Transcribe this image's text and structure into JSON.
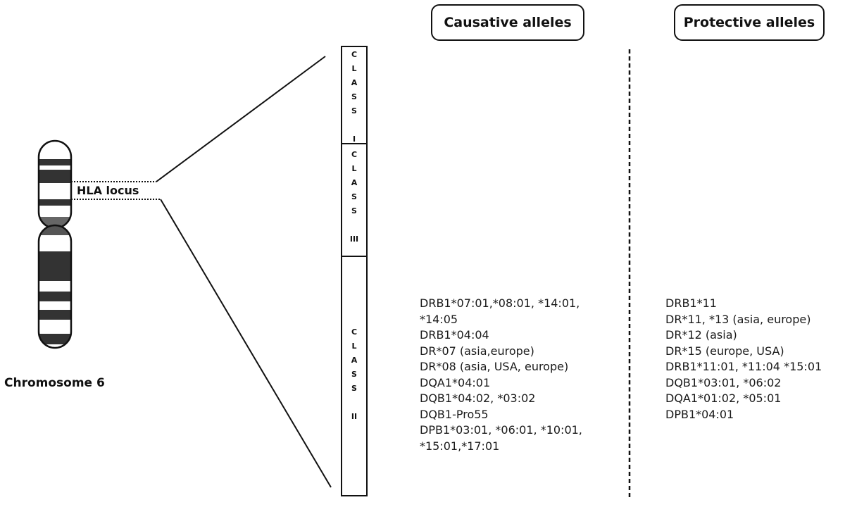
{
  "headings": {
    "causative": "Causative alleles",
    "protective": "Protective alleles"
  },
  "chromosome": {
    "label": "Chromosome 6",
    "locus_label": "HLA locus"
  },
  "hla_classes": [
    {
      "name": "CLASS I",
      "letters": [
        "C",
        "L",
        "A",
        "S",
        "S",
        "",
        "I"
      ]
    },
    {
      "name": "CLASS III",
      "letters": [
        "C",
        "L",
        "A",
        "S",
        "S",
        "",
        "III"
      ]
    },
    {
      "name": "CLASS II",
      "letters": [
        "C",
        "L",
        "A",
        "S",
        "S",
        "",
        "II"
      ]
    }
  ],
  "causative_alleles": [
    "DRB1*07:01,*08:01, *14:01,",
    "*14:05",
    "DRB1*04:04",
    "DR*07 (asia,europe)",
    "DR*08 (asia, USA, europe)",
    "DQA1*04:01",
    "DQB1*04:02, *03:02",
    "DQB1-Pro55",
    "DPB1*03:01, *06:01, *10:01,",
    "*15:01,*17:01"
  ],
  "protective_alleles": [
    "DRB1*11",
    "DR*11, *13 (asia, europe)",
    "DR*12 (asia)",
    "DR*15 (europe, USA)",
    "DRB1*11:01, *11:04 *15:01",
    "DQB1*03:01, *06:02",
    "DQA1*01:02, *05:01",
    "DPB1*04:01"
  ],
  "colors": {
    "stroke": "#111111",
    "band_dark": "#333333",
    "band_light": "#ffffff"
  }
}
